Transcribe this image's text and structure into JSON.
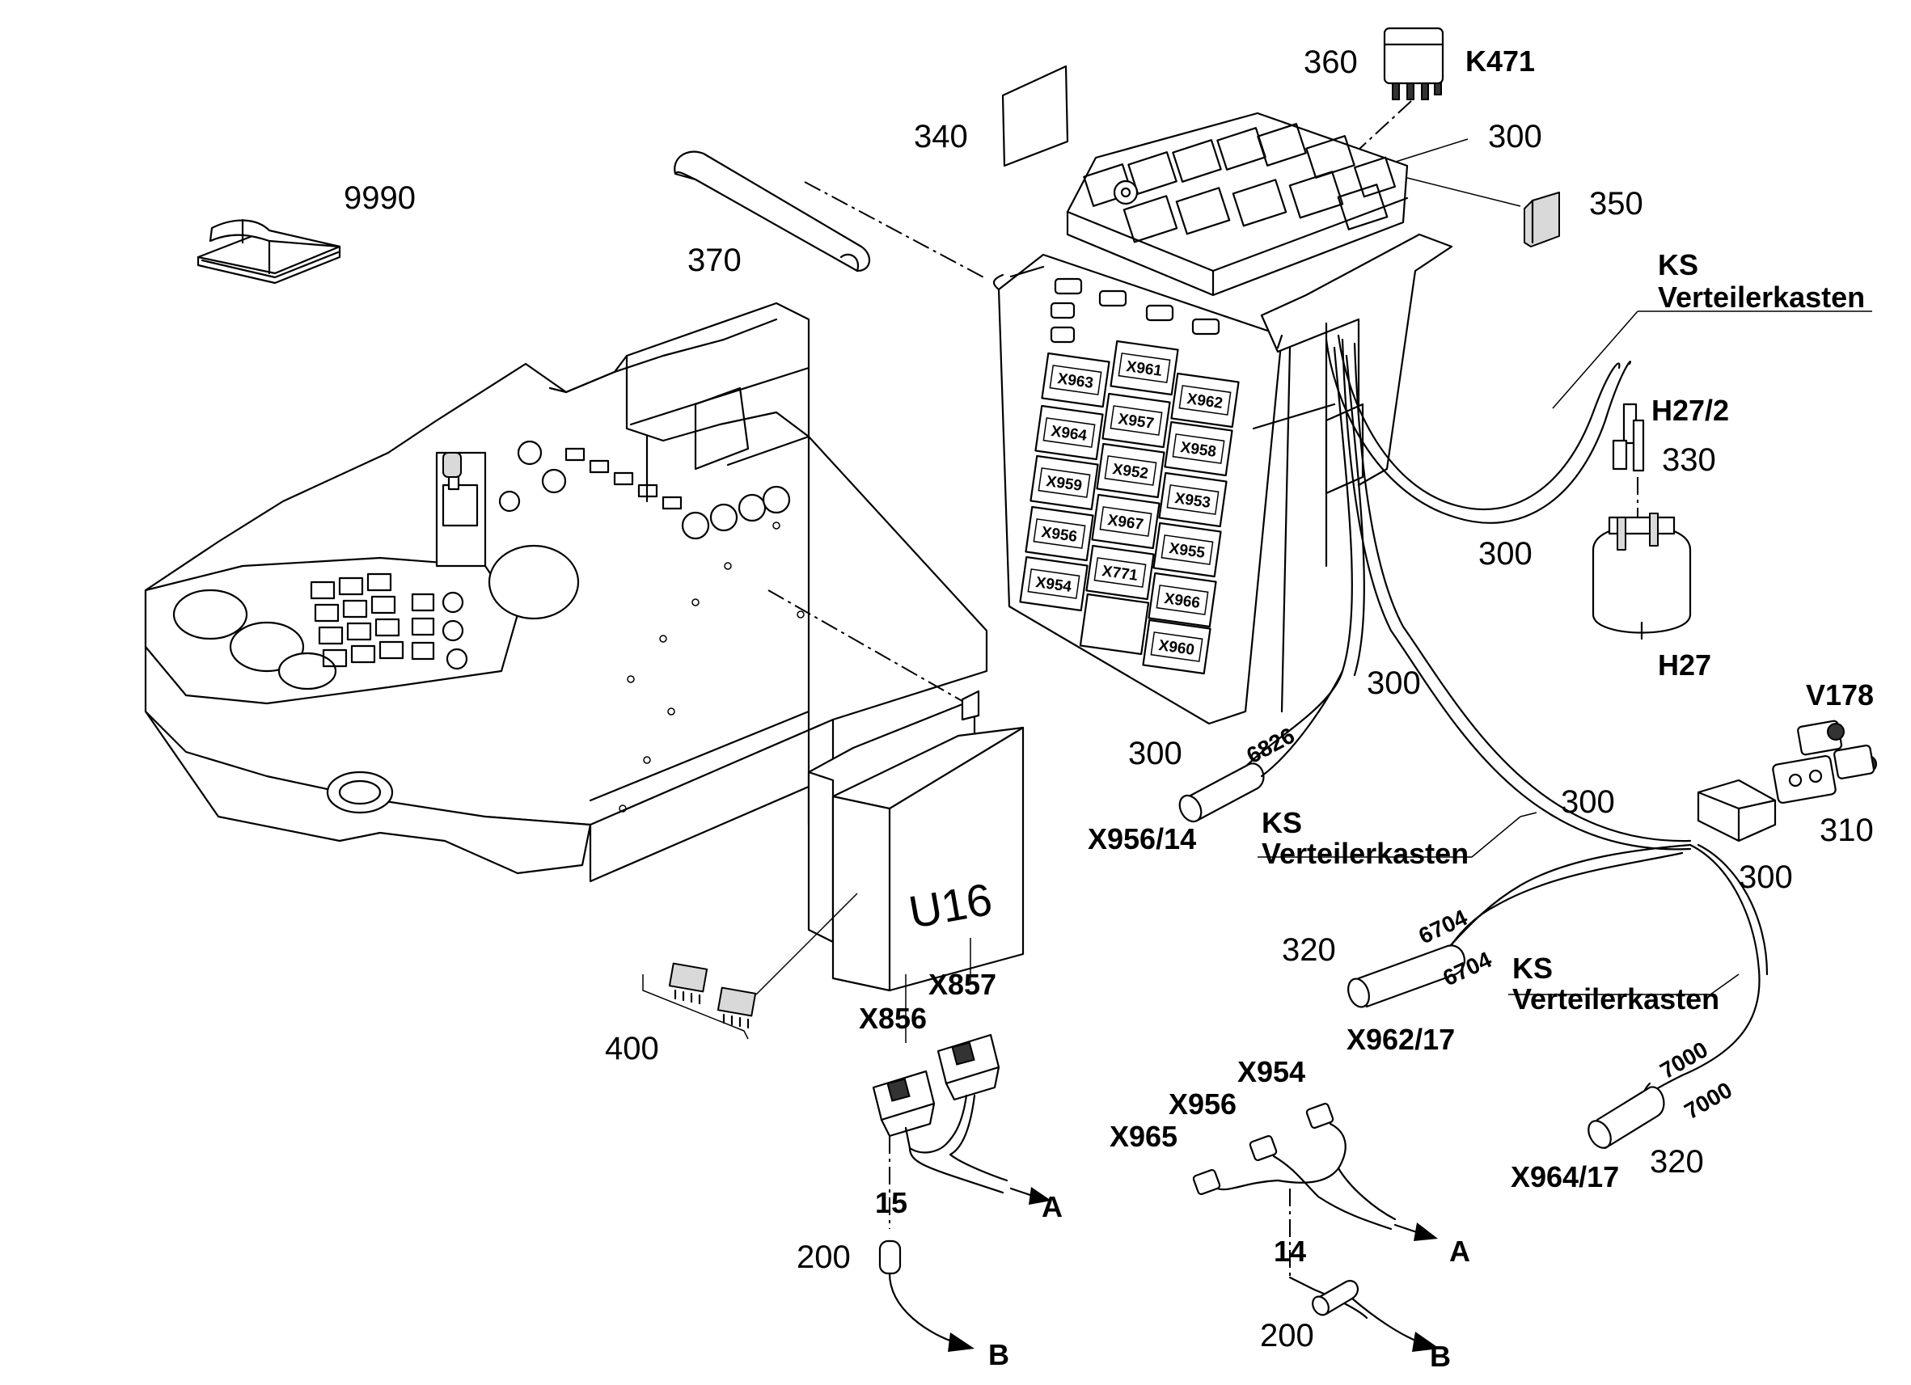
{
  "callouts": {
    "c9990": "9990",
    "c370": "370",
    "c340": "340",
    "c360": "360",
    "c300_top": "300",
    "c350": "350",
    "c330": "330",
    "c300_mid": "300",
    "c300_cable": "300",
    "c300_left": "300",
    "c300_right": "300",
    "c310": "310",
    "c300_low": "300",
    "c320_a": "320",
    "c320_b": "320",
    "c400": "400",
    "c200_a": "200",
    "c200_b": "200"
  },
  "labels": {
    "k471": "K471",
    "ks_1": "KS",
    "vk_1": "Verteilerkasten",
    "h27_2": "H27/2",
    "h27": "H27",
    "v178": "V178",
    "ks_2": "KS",
    "vk_2": "Verteilerkasten",
    "ks_3": "KS",
    "vk_3": "Verteilerkasten",
    "x956_14": "X956/14",
    "x962_17": "X962/17",
    "x964_17": "X964/17",
    "x856": "X856",
    "x857": "X857",
    "x954": "X954",
    "x956": "X956",
    "x965": "X965",
    "a_1": "A",
    "a_2": "A",
    "b_1": "B",
    "b_2": "B",
    "n15": "15",
    "n14": "14"
  },
  "wire_numbers": {
    "w6826": "6826",
    "w6704_a": "6704",
    "w6704_b": "6704",
    "w7000_a": "7000",
    "w7000_b": "7000"
  },
  "module_label": "U16",
  "panel_connectors": [
    "X961",
    "X963",
    "X962",
    "X957",
    "X964",
    "X958",
    "X952",
    "X959",
    "X953",
    "X967",
    "X956",
    "X955",
    "X771",
    "X954",
    "X966",
    "X960"
  ]
}
